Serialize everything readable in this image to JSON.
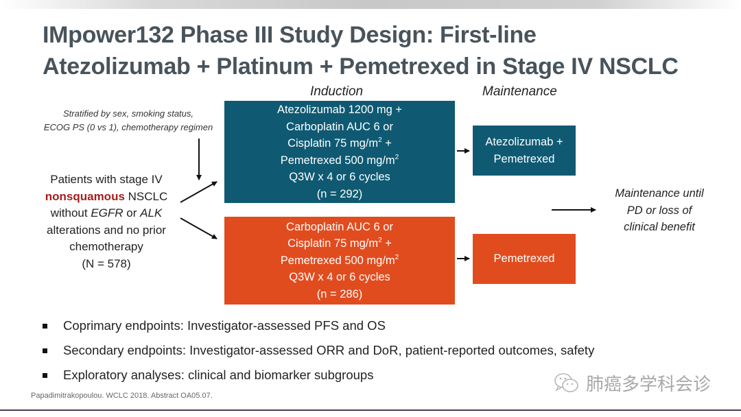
{
  "slide": {
    "title_lines": [
      "IMpower132 Phase III Study Design: First-line",
      "Atezolizumab + Platinum + Pemetrexed in Stage IV NSCLC"
    ],
    "phases": {
      "induction": "Induction",
      "maintenance": "Maintenance"
    },
    "stratification": {
      "line1": "Stratified by sex, smoking status,",
      "line2": "ECOG PS (0 vs 1), chemotherapy regimen"
    },
    "population": {
      "line1": "Patients with stage IV",
      "highlight": "nonsquamous",
      "line2_rest": " NSCLC",
      "line3_pre": "without ",
      "line3_egfr": "EGFR",
      "line3_mid": " or ",
      "line3_alk": "ALK",
      "line4": "alterations and no prior",
      "line5": "chemotherapy",
      "line6": "(N = 578)"
    },
    "arm_a_induction": {
      "line1": "Atezolizumab 1200 mg +",
      "line2": "Carboplatin AUC 6 or",
      "line3_pre": "Cisplatin 75 mg/m",
      "line3_sup": "2",
      "line3_post": " +",
      "line4_pre": "Pemetrexed 500 mg/m",
      "line4_sup": "2",
      "line5": "Q3W x 4 or 6 cycles",
      "line6": "(n = 292)"
    },
    "arm_b_induction": {
      "line1": "Carboplatin AUC 6 or",
      "line2_pre": "Cisplatin 75 mg/m",
      "line2_sup": "2",
      "line2_post": " +",
      "line3_pre": "Pemetrexed 500 mg/m",
      "line3_sup": "2",
      "line4": "Q3W x 4 or 6 cycles",
      "line5": "(n = 286)"
    },
    "arm_a_maintenance": {
      "line1": "Atezolizumab +",
      "line2": "Pemetrexed"
    },
    "arm_b_maintenance": {
      "line1": "Pemetrexed"
    },
    "maintenance_note": {
      "line1": "Maintenance until",
      "line2": "PD or loss of",
      "line3": "clinical benefit"
    },
    "bullets": [
      "Coprimary endpoints: Investigator-assessed PFS and OS",
      "Secondary endpoints: Investigator-assessed ORR and DoR, patient-reported outcomes, safety",
      "Exploratory analyses: clinical and biomarker subgroups"
    ],
    "citation": "Papadimitrakopoulou. WCLC 2018. Abstract OA05.07.",
    "watermark": {
      "icon": "wechat-icon",
      "text": "肺癌多学科会诊"
    },
    "colors": {
      "title": "#48535b",
      "arm_a": "#0f5a72",
      "arm_b": "#e14c1f",
      "highlight": "#a81c1c"
    }
  }
}
